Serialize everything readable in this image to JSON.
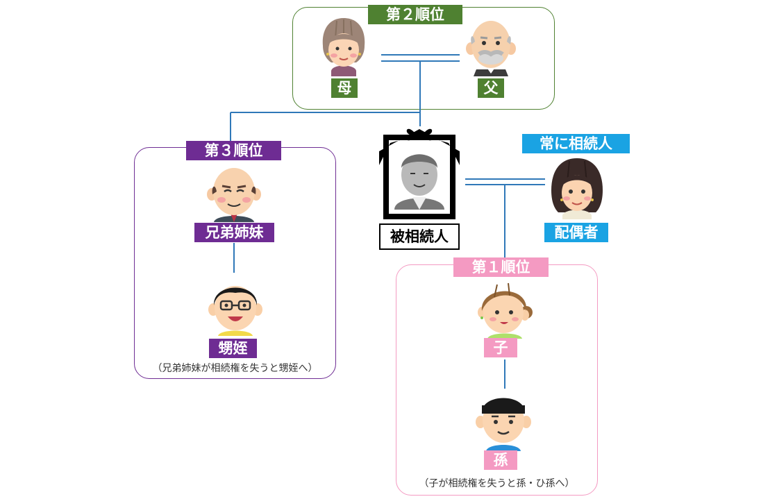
{
  "colors": {
    "second": "#4f8131",
    "third": "#6e2c93",
    "first": "#f49ac2",
    "spouse": "#1aa3e3",
    "line": "#2f78b8"
  },
  "groups": {
    "second": {
      "title": "第２順位",
      "mother": {
        "label": "母",
        "icon": "grandmother-icon"
      },
      "father": {
        "label": "父",
        "icon": "grandfather-icon"
      }
    },
    "third": {
      "title": "第３順位",
      "siblings": {
        "label": "兄弟姉妹",
        "icon": "bald-man-icon"
      },
      "nephews": {
        "label": "甥姪",
        "icon": "young-man-glasses-icon"
      },
      "note": "（兄弟姉妹が相続権を失うと甥姪へ）"
    },
    "first": {
      "title": "第１順位",
      "child": {
        "label": "子",
        "icon": "woman-icon"
      },
      "grandchild": {
        "label": "孫",
        "icon": "boy-icon"
      },
      "note": "（子が相続権を失うと孫・ひ孫へ）"
    }
  },
  "decedent": {
    "label": "被相続人",
    "icon": "memorial-portrait-icon"
  },
  "spouse": {
    "title": "常に相続人",
    "label": "配偶者",
    "icon": "woman-icon"
  }
}
